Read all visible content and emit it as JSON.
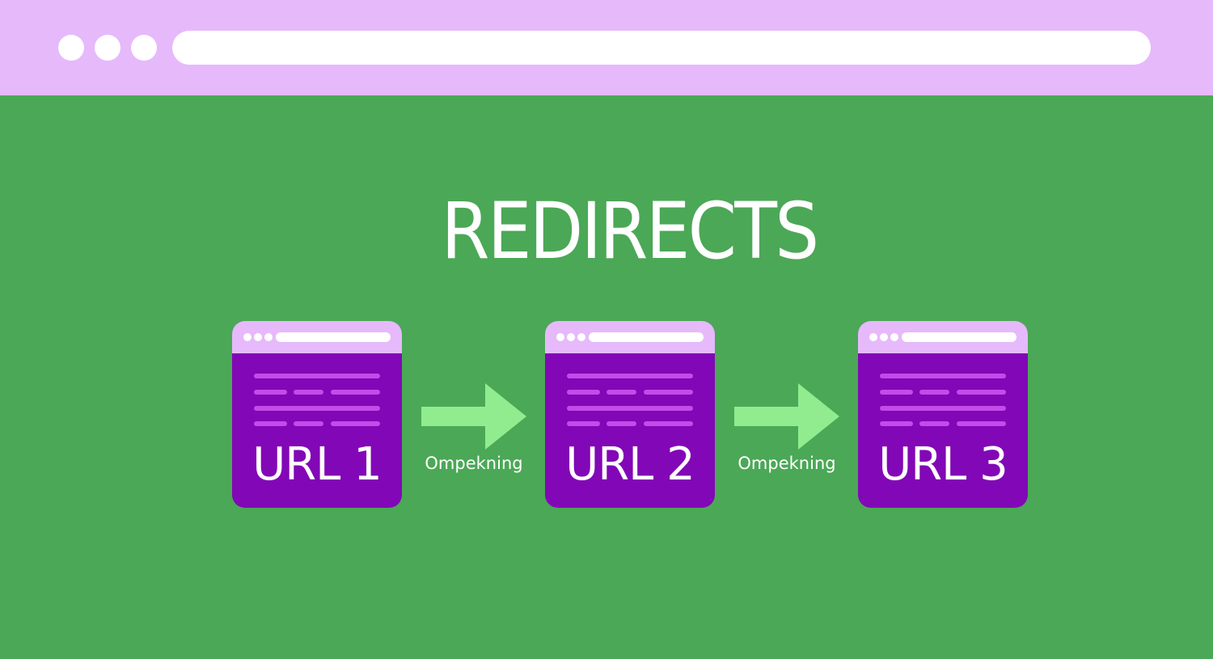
{
  "colors": {
    "background": "#4ba856",
    "browser_bar": "#e6b9fb",
    "card": "#8207b6",
    "card_lines": "#c24ce9",
    "arrow": "#90ec8e",
    "text": "#ffffff"
  },
  "title": "REDIRECTS",
  "cards": [
    {
      "label": "URL 1"
    },
    {
      "label": "URL 2"
    },
    {
      "label": "URL 3"
    }
  ],
  "arrows": [
    {
      "label": "Ompekning"
    },
    {
      "label": "Ompekning"
    }
  ]
}
